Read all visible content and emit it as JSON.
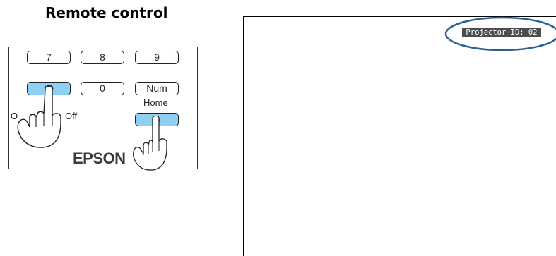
{
  "title": "Remote control",
  "remote": {
    "keys": {
      "k7": "7",
      "k8": "8",
      "k9": "9",
      "id": "ID",
      "k0": "0",
      "num": "Num",
      "home_label": "Home"
    },
    "labels": {
      "on_partial": "O",
      "off": "Off"
    },
    "brand": "EPSON",
    "highlight_color": "#8fd0f2"
  },
  "screen": {
    "osd_text": "Projector ID: 02",
    "ellipse_color": "#2f5f8f"
  }
}
